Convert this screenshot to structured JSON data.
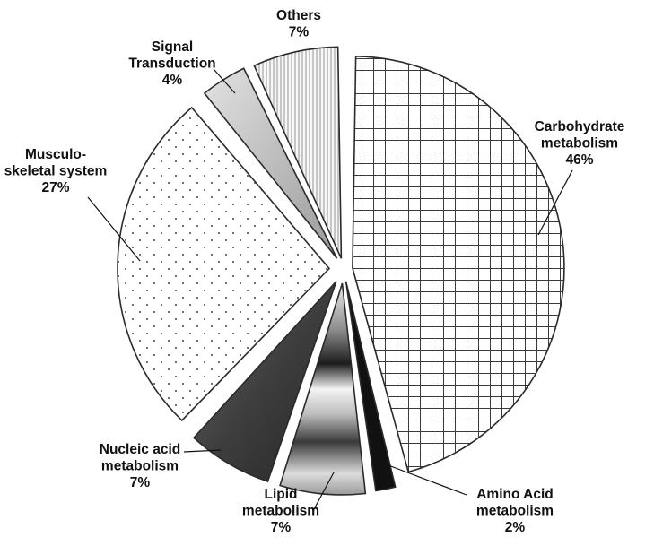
{
  "chart_data": {
    "type": "pie",
    "title": "",
    "unit": "%",
    "slices": [
      {
        "name": "Carbohydrate metabolism",
        "value": 46,
        "label": [
          "Carbohydrate",
          "metabolism",
          "46%"
        ],
        "fill": "hatch-grid"
      },
      {
        "name": "Amino Acid metabolism",
        "value": 2,
        "label": [
          "Amino Acid",
          "metabolism",
          "2%"
        ],
        "fill": "#111111"
      },
      {
        "name": "Lipid metabolism",
        "value": 7,
        "label": [
          "Lipid",
          "metabolism",
          "7%"
        ],
        "fill": "grad-metal"
      },
      {
        "name": "Nucleic acid metabolism",
        "value": 7,
        "label": [
          "Nucleic acid",
          "metabolism",
          "7%"
        ],
        "fill": "grad-dark"
      },
      {
        "name": "Musculo-skeletal system",
        "value": 27,
        "label": [
          "Musculo-",
          "skeletal system",
          "27%"
        ],
        "fill": "hatch-dots"
      },
      {
        "name": "Signal Transduction",
        "value": 4,
        "label": [
          "Signal",
          "Transduction",
          "4%"
        ],
        "fill": "grad-light"
      },
      {
        "name": "Others",
        "value": 7,
        "label": [
          "Others",
          "7%"
        ],
        "fill": "hatch-vlines"
      }
    ],
    "colors": {
      "outline": "#2a2a2a",
      "text": "#111111",
      "background": "#ffffff"
    }
  }
}
